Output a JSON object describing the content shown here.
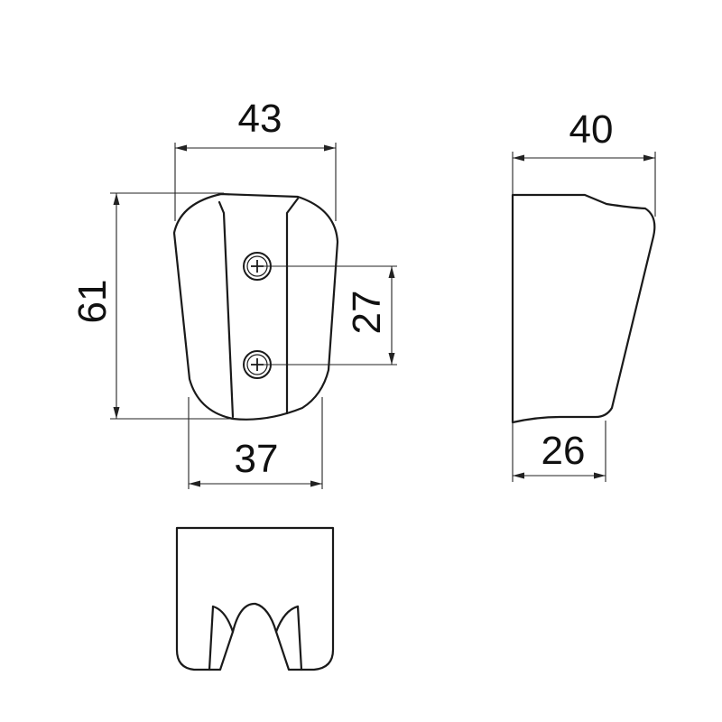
{
  "dimensions": {
    "front_width": "43",
    "front_height": "61",
    "screw_spacing": "27",
    "front_base_width": "37",
    "side_depth": "40",
    "side_base_depth": "26"
  },
  "colors": {
    "line": "#1a1a1a",
    "background": "#ffffff"
  }
}
